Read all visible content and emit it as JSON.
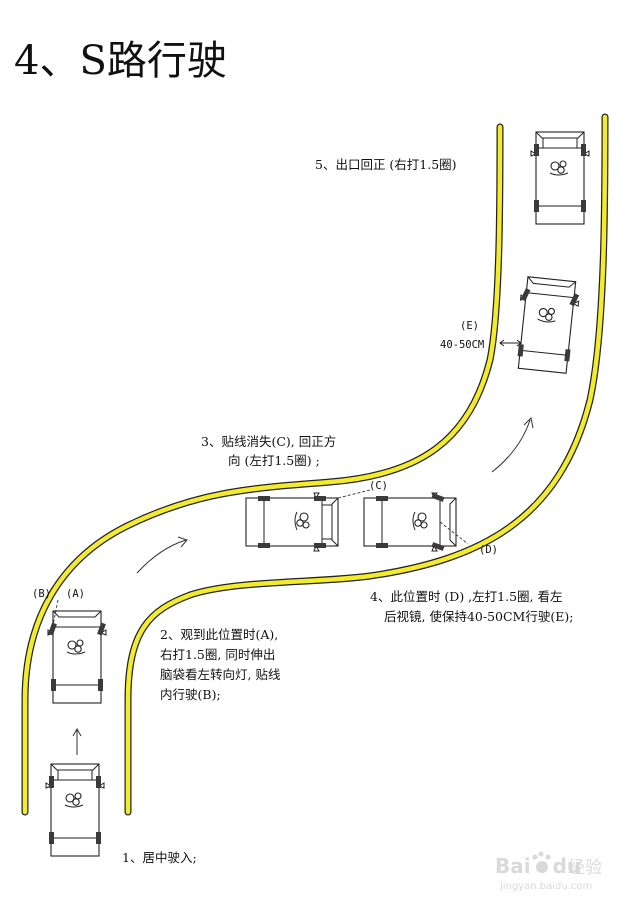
{
  "title": "4、S路行驶",
  "steps": {
    "s1": "1、居中驶入;",
    "s2": [
      "2、观到此位置时(A),",
      "右打1.5圈, 同时伸出",
      "脑袋看左转向灯, 贴线",
      "内行驶(B);"
    ],
    "s3": [
      "3、贴线消失(C), 回正方",
      "向 (左打1.5圈) ;"
    ],
    "s4": [
      "4、此位置时 (D) ,左打1.5圈, 看左",
      "后视镜, 使保持40-50CM行驶(E);"
    ],
    "s5": "5、出口回正 (右打1.5圈)"
  },
  "labels": {
    "a": "(A)",
    "b": "(B)",
    "c": "(C)",
    "d": "(D)",
    "e": "(E)",
    "distance": "40-50CM"
  },
  "watermark": {
    "brand": "Bai",
    "brand2": "du",
    "suffix": "经验",
    "url": "jingyan.baidu.com"
  },
  "colors": {
    "road": "#f4ec2a",
    "road_edge": "#222222",
    "car_wheel": "#3a3a3a"
  }
}
